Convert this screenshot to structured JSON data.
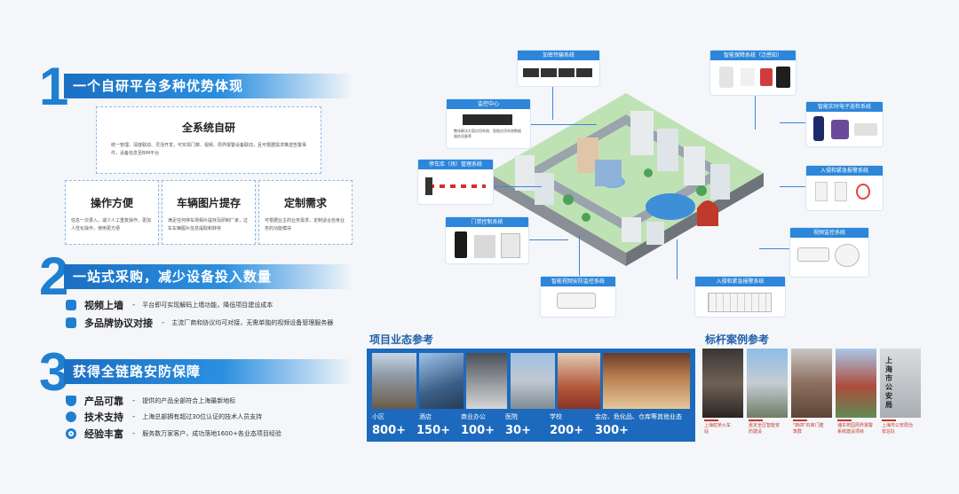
{
  "section1": {
    "number": "1",
    "title": "一个自研平台多种优势体现",
    "main_card": {
      "title": "全系统自研",
      "desc": "统一管理、深度联动、灵活开发，可实现门禁、视频、周界报警设备联动，且可根据需求推送告警事件，设备信息至BIM平台"
    },
    "cards": [
      {
        "title": "操作方便",
        "desc": "信息一次录入，减少人工重复操作，更加人性化操作，使用更方便"
      },
      {
        "title": "车辆图片提存",
        "desc": "满足任何停车场相片提存及研制厂家，过车车辆图片信息提取和转存"
      },
      {
        "title": "定制需求",
        "desc": "可根据业主的业务需求，定制适合自身业务的功能模块"
      }
    ]
  },
  "section2": {
    "number": "2",
    "title": "一站式采购，减少设备投入数量",
    "items": [
      {
        "title": "视频上墙",
        "desc": "平台即可实现解码上墙功能，降低项目建设成本"
      },
      {
        "title": "多品牌协议对接",
        "desc": "主流厂商和协议均可对接，无需单独的视频设备管理服务器"
      }
    ]
  },
  "section3": {
    "number": "3",
    "title": "获得全链路安防保障",
    "items": [
      {
        "title": "产品可靠",
        "desc": "提供的产品全部符合上海最新地标"
      },
      {
        "title": "技术支持",
        "desc": "上海总部拥有超过30位认证的技术人员支持"
      },
      {
        "title": "经验丰富",
        "desc": "服务数万家客户，成功落地1600+各业态项目经验"
      }
    ]
  },
  "business": {
    "title": "项目业态参考",
    "items": [
      {
        "category": "小区",
        "count": "800+"
      },
      {
        "category": "酒店",
        "count": "150+"
      },
      {
        "category": "商业办公",
        "count": "100+"
      },
      {
        "category": "医院",
        "count": "30+"
      },
      {
        "category": "学校",
        "count": "200+"
      },
      {
        "category": "金店、危化品、仓库等其他业态",
        "count": "300+"
      }
    ]
  },
  "cases": {
    "title": "标杆案例参考",
    "items": [
      {
        "label": "上海虹桥火车站"
      },
      {
        "label": "嘉定全区智能安防建设"
      },
      {
        "label": "\"新四\"石库门建筑群"
      },
      {
        "label": "浦东校园周界报警系统建设项目"
      },
      {
        "label": "上海市公安局治安总队"
      }
    ],
    "sign_text": "上海市公安局"
  },
  "systems": {
    "encrypt": "加密传输系统",
    "smart_guard": "智能保障系统（泛感知）",
    "patrol": "智能实时电子巡检系统",
    "monitor_center": {
      "title": "监控中心",
      "desc": "整体解决方案应用系统、智能应用系统数据服务设备等"
    },
    "parking": "停车库（场）管理系统",
    "intrusion1": "入侵和紧急报警系统",
    "access": "门禁控制系统",
    "video": "视频监控系统",
    "smart_video": "智能视频安防监控系统",
    "intrusion2": "入侵和紧急报警系统"
  }
}
